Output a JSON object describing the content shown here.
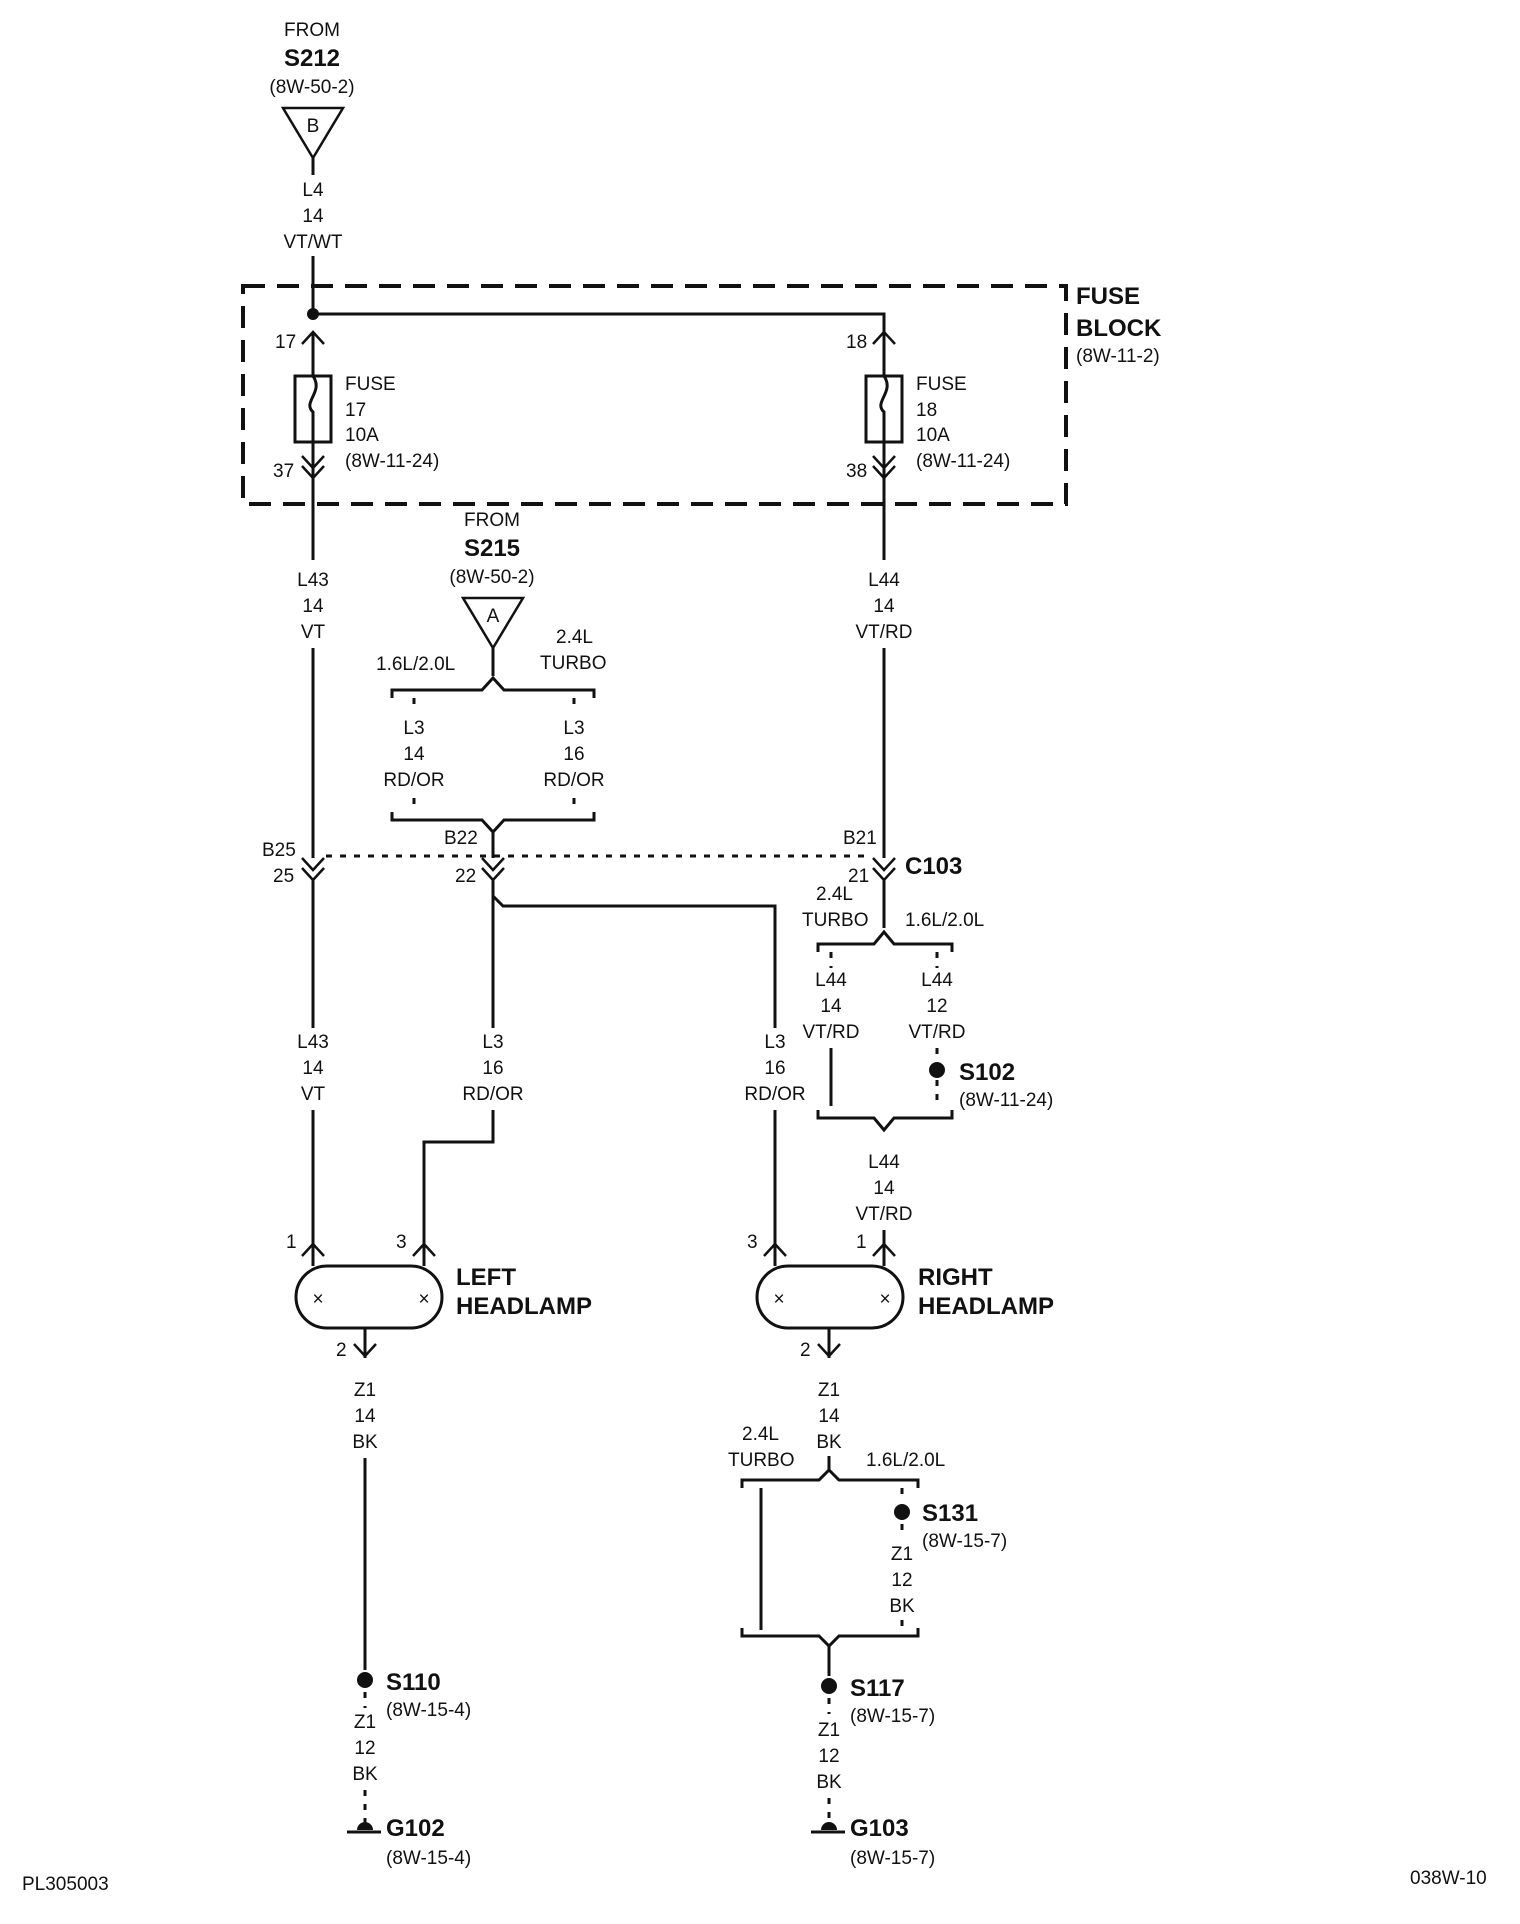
{
  "source_s212": {
    "from": "FROM",
    "id": "S212",
    "ref": "(8W-50-2)",
    "letter": "B"
  },
  "wire_l4": [
    "L4",
    "14",
    "VT/WT"
  ],
  "fuse_block": {
    "title1": "FUSE",
    "title2": "BLOCK",
    "ref": "(8W-11-2)"
  },
  "fuse17": {
    "pin_in": "17",
    "pin_out": "37",
    "label": "FUSE",
    "num": "17",
    "amp": "10A",
    "ref": "(8W-11-24)"
  },
  "fuse18": {
    "pin_in": "18",
    "pin_out": "38",
    "label": "FUSE",
    "num": "18",
    "amp": "10A",
    "ref": "(8W-11-24)"
  },
  "wire_l43_top": [
    "L43",
    "14",
    "VT"
  ],
  "wire_l44_top": [
    "L44",
    "14",
    "VT/RD"
  ],
  "source_s215": {
    "from": "FROM",
    "id": "S215",
    "ref": "(8W-50-2)",
    "letter": "A"
  },
  "split_s215": {
    "left": "1.6L/2.0L",
    "right1": "2.4L",
    "right2": "TURBO"
  },
  "wire_l3_left": [
    "L3",
    "14",
    "RD/OR"
  ],
  "wire_l3_right": [
    "L3",
    "16",
    "RD/OR"
  ],
  "c103": {
    "name": "C103",
    "b25": "B25",
    "p25": "25",
    "b22": "B22",
    "p22": "22",
    "b21": "B21",
    "p21": "21"
  },
  "split_c103": {
    "left1": "2.4L",
    "left2": "TURBO",
    "right": "1.6L/2.0L"
  },
  "wire_l44_turbo": [
    "L44",
    "14",
    "VT/RD"
  ],
  "wire_l44_std": [
    "L44",
    "12",
    "VT/RD"
  ],
  "s102": {
    "id": "S102",
    "ref": "(8W-11-24)"
  },
  "wire_l43_bottom": [
    "L43",
    "14",
    "VT"
  ],
  "wire_l3_left_lamp": [
    "L3",
    "16",
    "RD/OR"
  ],
  "wire_l3_right_lamp": [
    "L3",
    "16",
    "RD/OR"
  ],
  "wire_l44_bottom": [
    "L44",
    "14",
    "VT/RD"
  ],
  "left_headlamp": {
    "line1": "LEFT",
    "line2": "HEADLAMP",
    "pin1": "1",
    "pin3": "3",
    "pin2": "2"
  },
  "right_headlamp": {
    "line1": "RIGHT",
    "line2": "HEADLAMP",
    "pin1": "1",
    "pin3": "3",
    "pin2": "2"
  },
  "wire_z1_left": [
    "Z1",
    "14",
    "BK"
  ],
  "wire_z1_right": [
    "Z1",
    "14",
    "BK"
  ],
  "split_ground": {
    "left1": "2.4L",
    "left2": "TURBO",
    "right": "1.6L/2.0L"
  },
  "s131": {
    "id": "S131",
    "ref": "(8W-15-7)"
  },
  "wire_z1_s131": [
    "Z1",
    "12",
    "BK"
  ],
  "s110": {
    "id": "S110",
    "ref": "(8W-15-4)"
  },
  "wire_z1_s110": [
    "Z1",
    "12",
    "BK"
  ],
  "s117": {
    "id": "S117",
    "ref": "(8W-15-7)"
  },
  "wire_z1_s117": [
    "Z1",
    "12",
    "BK"
  ],
  "g102": {
    "id": "G102",
    "ref": "(8W-15-4)"
  },
  "g103": {
    "id": "G103",
    "ref": "(8W-15-7)"
  },
  "footer": {
    "left": "PL305003",
    "right": "038W-10"
  }
}
